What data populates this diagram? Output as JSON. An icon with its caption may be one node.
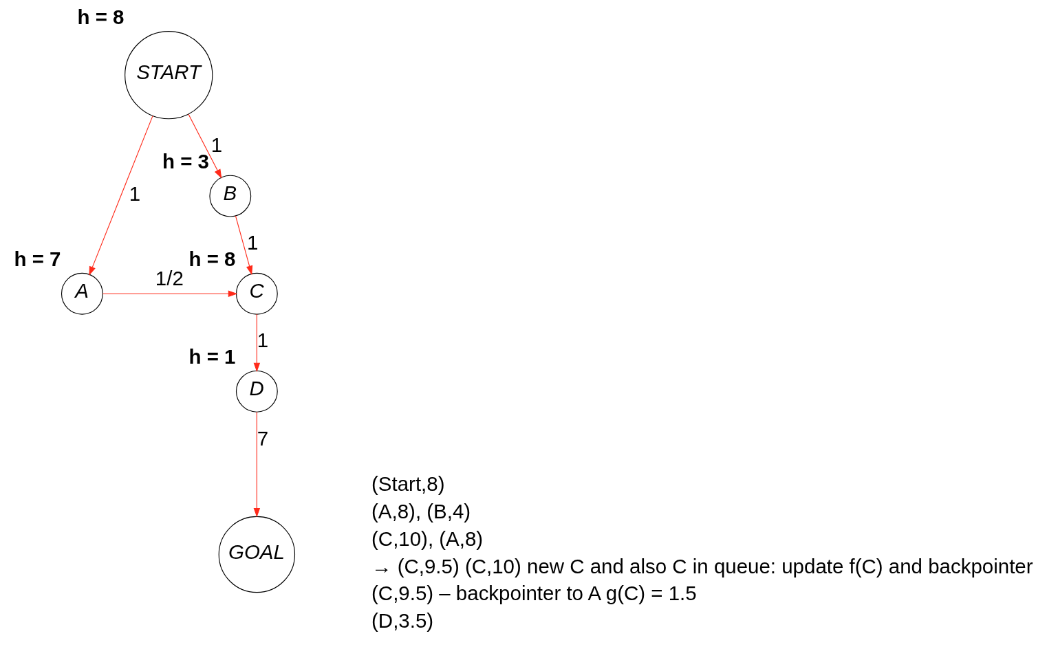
{
  "diagram": {
    "nodes": [
      {
        "text": [
          "START"
        ],
        "beside": [
          "h = 8"
        ]
      },
      {
        "text": [
          "B"
        ],
        "beside": [
          "h = 3"
        ]
      },
      {
        "text": [
          "A"
        ],
        "beside": [
          "h = 7"
        ]
      },
      {
        "text": [
          "C"
        ],
        "beside": [
          "h = 8"
        ]
      },
      {
        "text": [
          "D"
        ],
        "beside": [
          "h = 1"
        ]
      },
      {
        "text": [
          "GOAL"
        ]
      }
    ],
    "edges": [
      {
        "from": 0,
        "to": 2,
        "arrow": "to",
        "label": "1"
      },
      {
        "from": 0,
        "to": 1,
        "arrow": "to",
        "label": "1"
      },
      {
        "from": 1,
        "to": 3,
        "arrow": "to",
        "label": "1"
      },
      {
        "from": 2,
        "to": 3,
        "arrow": "to",
        "label": "1/2"
      },
      {
        "from": 3,
        "to": 4,
        "arrow": "to",
        "label": "1"
      },
      {
        "from": 4,
        "to": 5,
        "arrow": "to",
        "label": "7"
      }
    ],
    "labels": [
      "(Start,8)",
      "(A,8), (B,4)",
      "(C,10), (A,8)",
      "→ (C,9.5) (C,10) new C and also C in queue: update f(C) and backpointer",
      "(C,9.5) – backpointer to A g(C) = 1.5",
      "(D,3.5)"
    ]
  }
}
